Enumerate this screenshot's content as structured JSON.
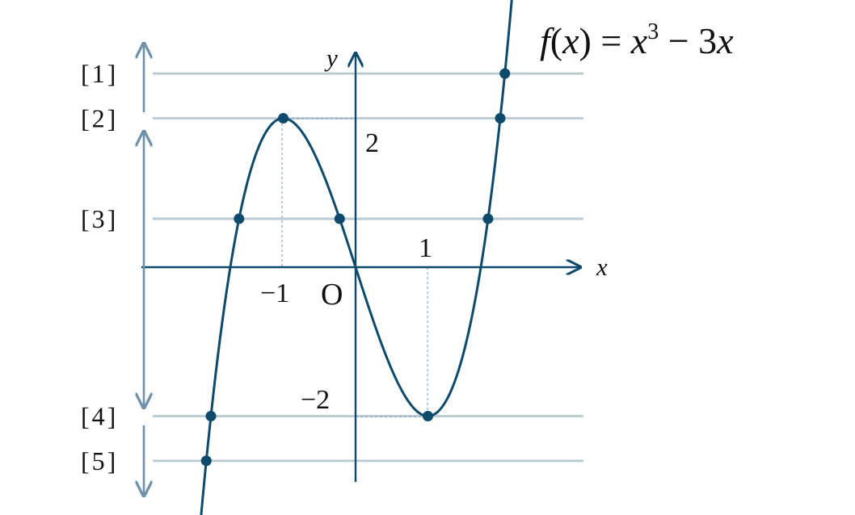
{
  "title": {
    "f": "f",
    "open": "(",
    "x1": "x",
    "close_eq": ") = ",
    "x2": "x",
    "exp": "3",
    "rest": " − 3",
    "x3": "x"
  },
  "axes": {
    "x_label": "x",
    "y_label": "y",
    "origin_label": "O"
  },
  "ticks": {
    "x_neg1": "−1",
    "x_1": "1",
    "y_2": "2",
    "y_neg2": "−2"
  },
  "level_labels": [
    "[1]",
    "[2]",
    "[3]",
    "[4]",
    "[5]"
  ],
  "colors": {
    "curve": "#0d4a6b",
    "level_line": "#b8c9d4",
    "bracket_arrow": "#6f93ad",
    "axis": "#0d4a6b"
  },
  "chart_data": {
    "type": "line",
    "function": "f(x) = x^3 - 3x",
    "x_range": [
      -2.15,
      2.24
    ],
    "levels": [
      {
        "label": "[1]",
        "k": 2.6
      },
      {
        "label": "[2]",
        "k": 2
      },
      {
        "label": "[3]",
        "k": 0.65
      },
      {
        "label": "[4]",
        "k": -2
      },
      {
        "label": "[5]",
        "k": -2.6
      }
    ],
    "extrema": [
      {
        "x": -1,
        "y": 2,
        "kind": "local max"
      },
      {
        "x": 1,
        "y": -2,
        "kind": "local min"
      }
    ]
  }
}
